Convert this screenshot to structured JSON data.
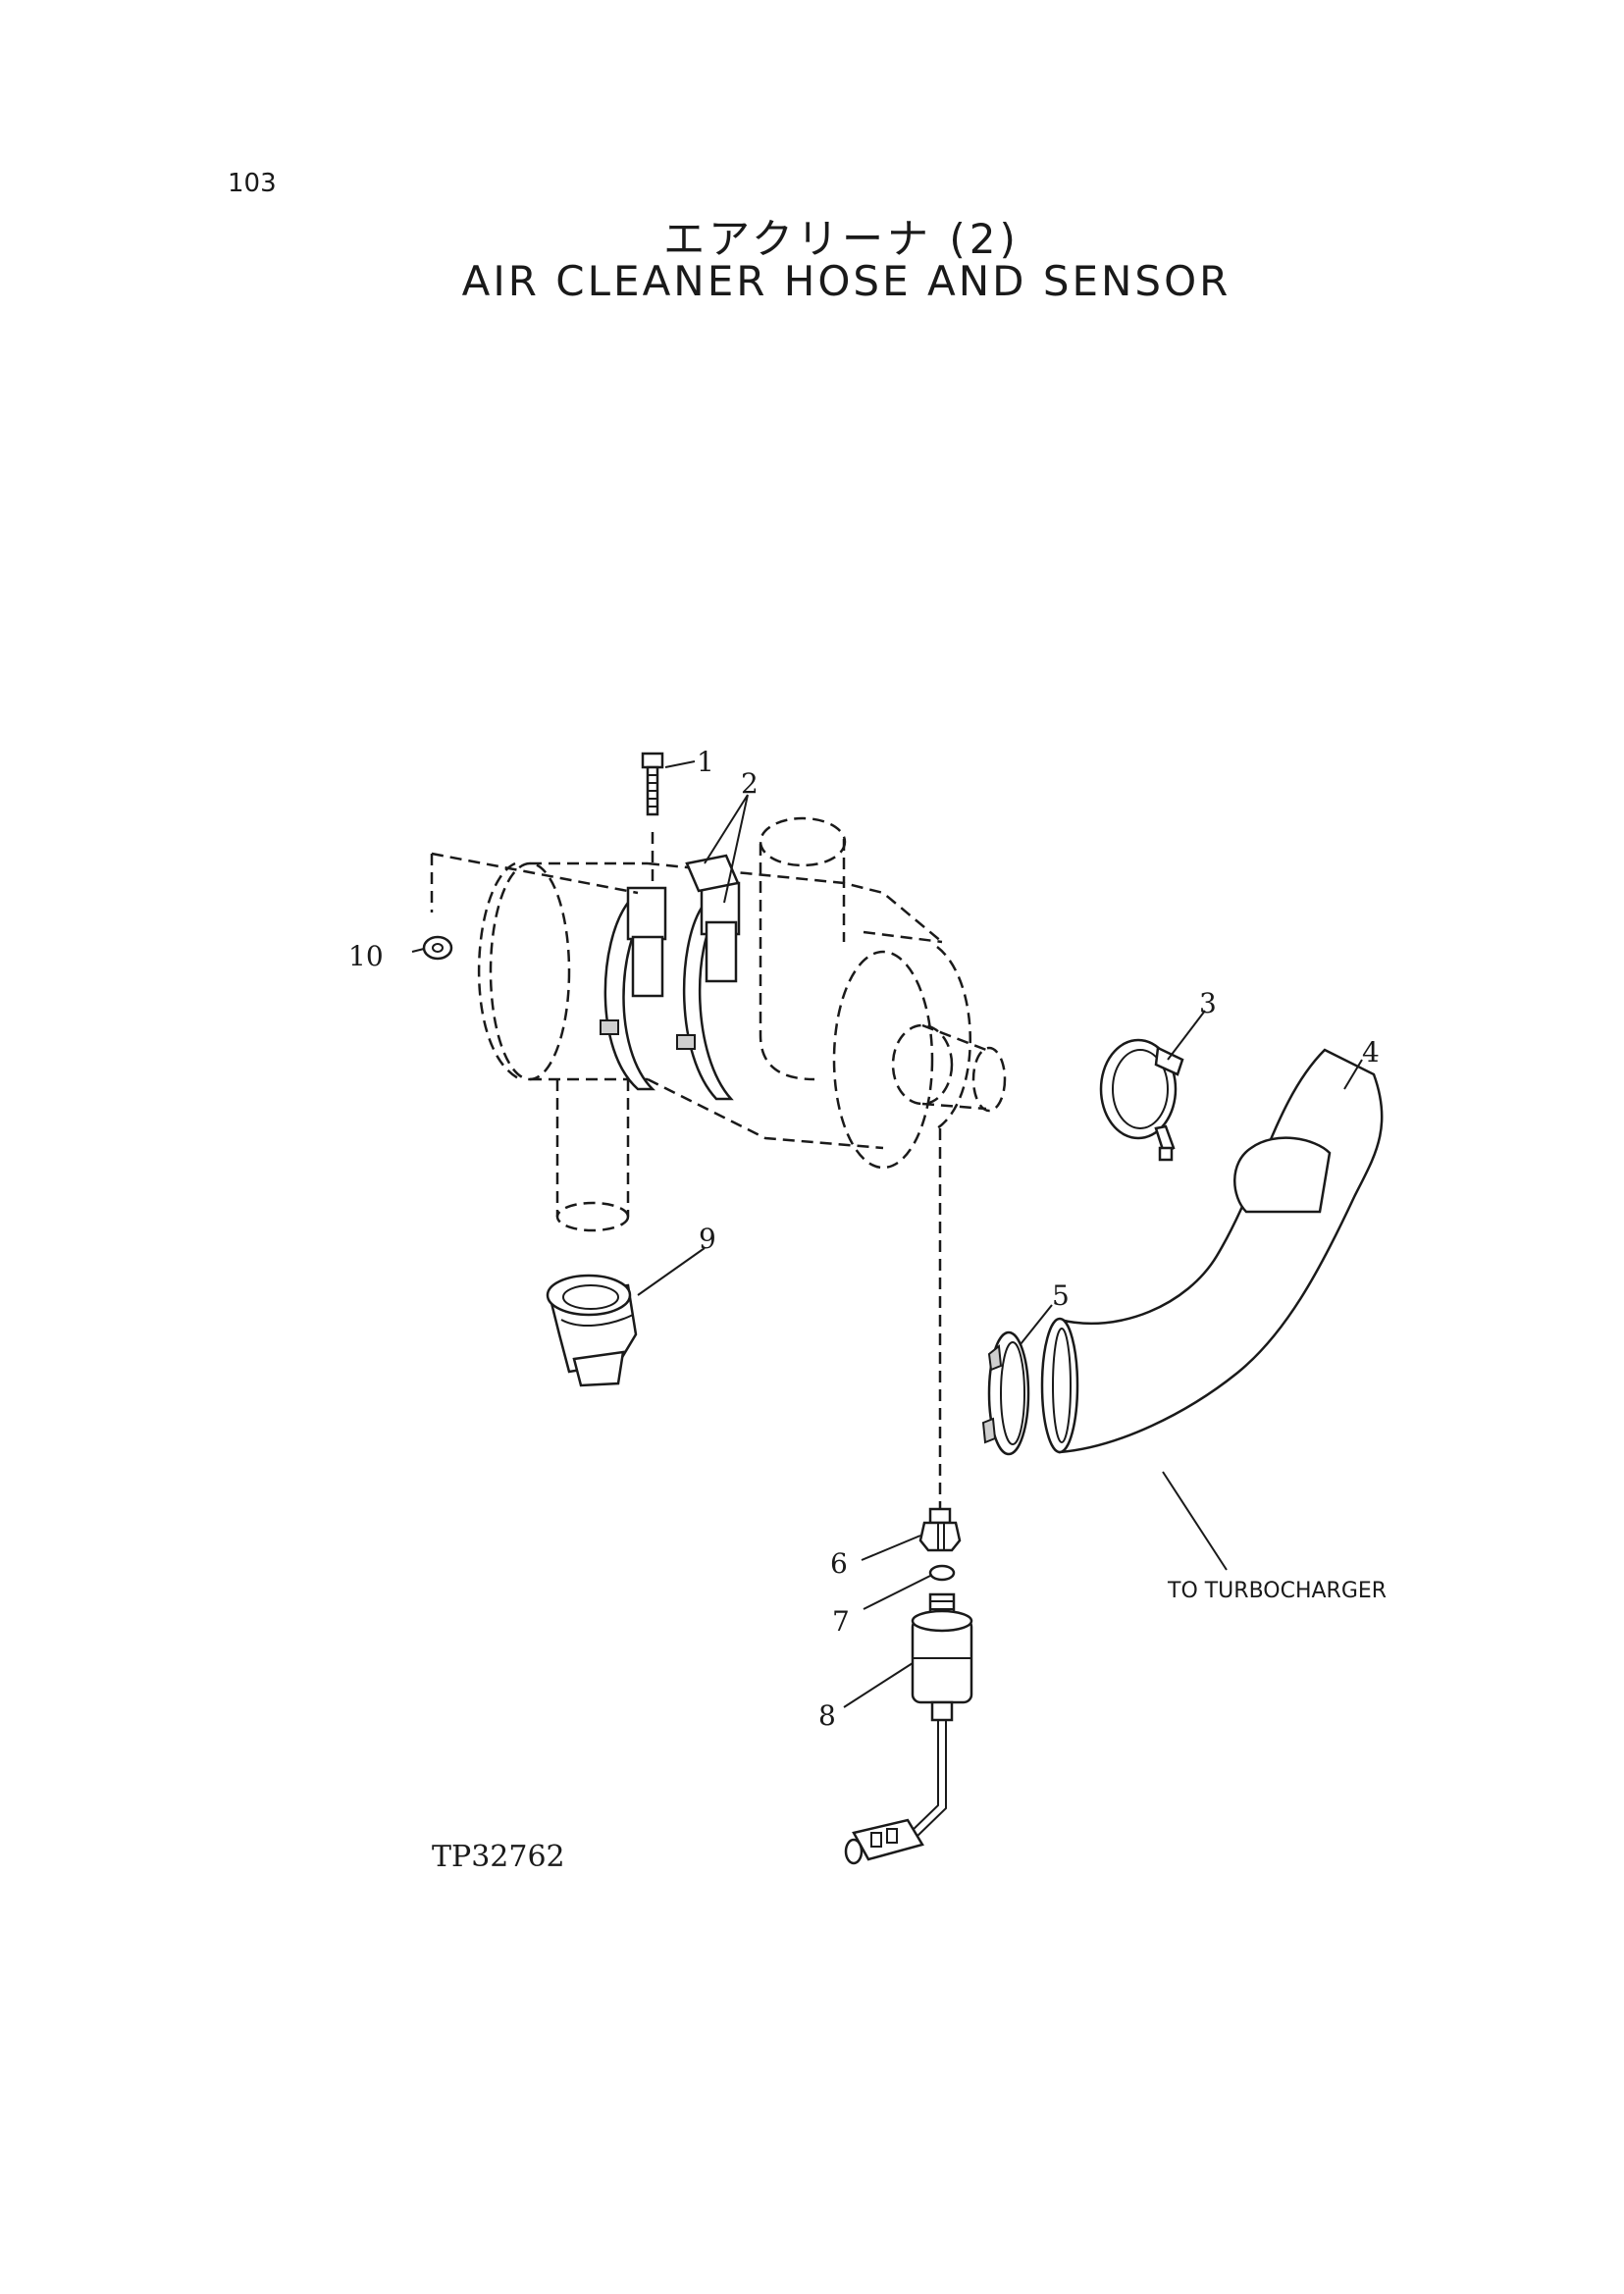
{
  "page": {
    "number": "103",
    "title_jp": "エアクリーナ (2)",
    "title_en": "AIR CLEANER HOSE AND SENSOR"
  },
  "diagram": {
    "figure_id": "TP32762",
    "note": "TO TURBOCHARGER",
    "callouts": [
      "1",
      "2",
      "3",
      "4",
      "5",
      "6",
      "7",
      "8",
      "9",
      "10"
    ]
  }
}
